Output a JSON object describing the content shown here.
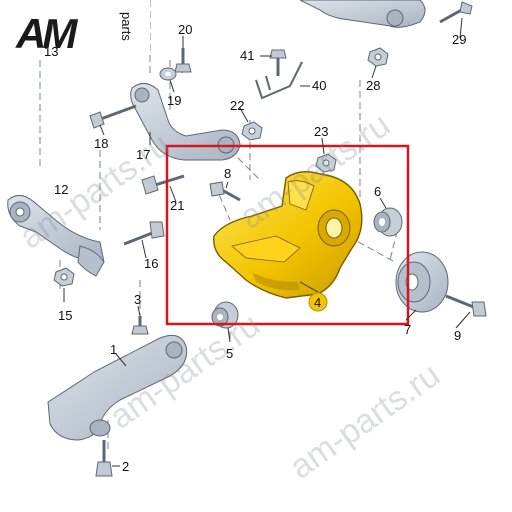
{
  "logo": {
    "main": "AM",
    "side": "parts",
    "trim": "13"
  },
  "watermark": [
    "am-parts.ru",
    "am-parts.ru",
    "am-parts.ru",
    "am-parts.ru"
  ],
  "callouts": {
    "c1": "1",
    "c2": "2",
    "c3": "3",
    "c4": "4",
    "c5": "5",
    "c6": "6",
    "c7": "7",
    "c8": "8",
    "c9": "9",
    "c12": "12",
    "c15": "15",
    "c16": "16",
    "c17": "17",
    "c18": "18",
    "c19": "19",
    "c20": "20",
    "c21": "21",
    "c22": "22",
    "c23": "23",
    "c28": "28",
    "c29": "29",
    "c40": "40",
    "c41": "41"
  },
  "highlight": {
    "part": "4",
    "frame_color": "#d8141c",
    "part_color": "#f2c500",
    "badge_color": "#f2c500"
  },
  "colors": {
    "part_gray": "#c4ccd6",
    "part_shadow": "#8a96a6",
    "leader": "#333333"
  }
}
